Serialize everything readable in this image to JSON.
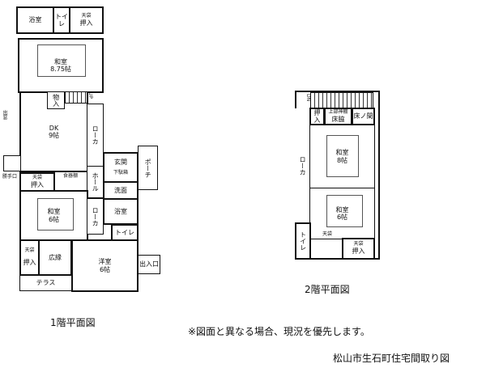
{
  "floor1": {
    "caption": "1階平面図",
    "bath_top": "浴室",
    "toilet_top": "トイレ",
    "closet_top_small": "天袋",
    "closet_top": "押入",
    "washitsu_875": {
      "name": "和室",
      "size": "8.75帖"
    },
    "storage": "物入",
    "up": "UP",
    "bay_window": "出窓",
    "dk": {
      "name": "DK",
      "size": "9帖"
    },
    "corridor_1": "ローカ",
    "hall": "ホール",
    "entrance": "玄関",
    "porch": "ポーチ",
    "shoe_box": "下駄箱",
    "back_door": "勝手口",
    "closet_mid_small": "天袋",
    "closet_mid": "押入",
    "cupboard": "食器棚",
    "washitsu_6": {
      "name": "和室",
      "size": "6帖"
    },
    "washroom": "洗面",
    "bath_mid": "浴室",
    "corridor_2": "ローカ",
    "toilet_mid": "トイレ",
    "closet_bot_small": "天袋",
    "closet_bot": "押入",
    "veranda": "広縁",
    "terrace": "テラス",
    "western_room": {
      "name": "洋室",
      "size": "6帖"
    },
    "exit": "出入口"
  },
  "floor2": {
    "caption": "2階平面図",
    "dn": "DN",
    "corridor": "ローカ",
    "closet_1": "押入",
    "shelf_note": "上部神棚",
    "tokowaki": "床脇",
    "tokonoma": "床ノ間",
    "washitsu_8": {
      "name": "和室",
      "size": "8帖"
    },
    "washitsu_6": {
      "name": "和室",
      "size": "6帖"
    },
    "toilet": "トイレ",
    "tenbukuro_1": "天袋",
    "tenbukuro_2": "天袋",
    "closet_2": "押入"
  },
  "note": "※図面と異なる場合、現況を優先します。",
  "title": "松山市生石町住宅間取り図"
}
